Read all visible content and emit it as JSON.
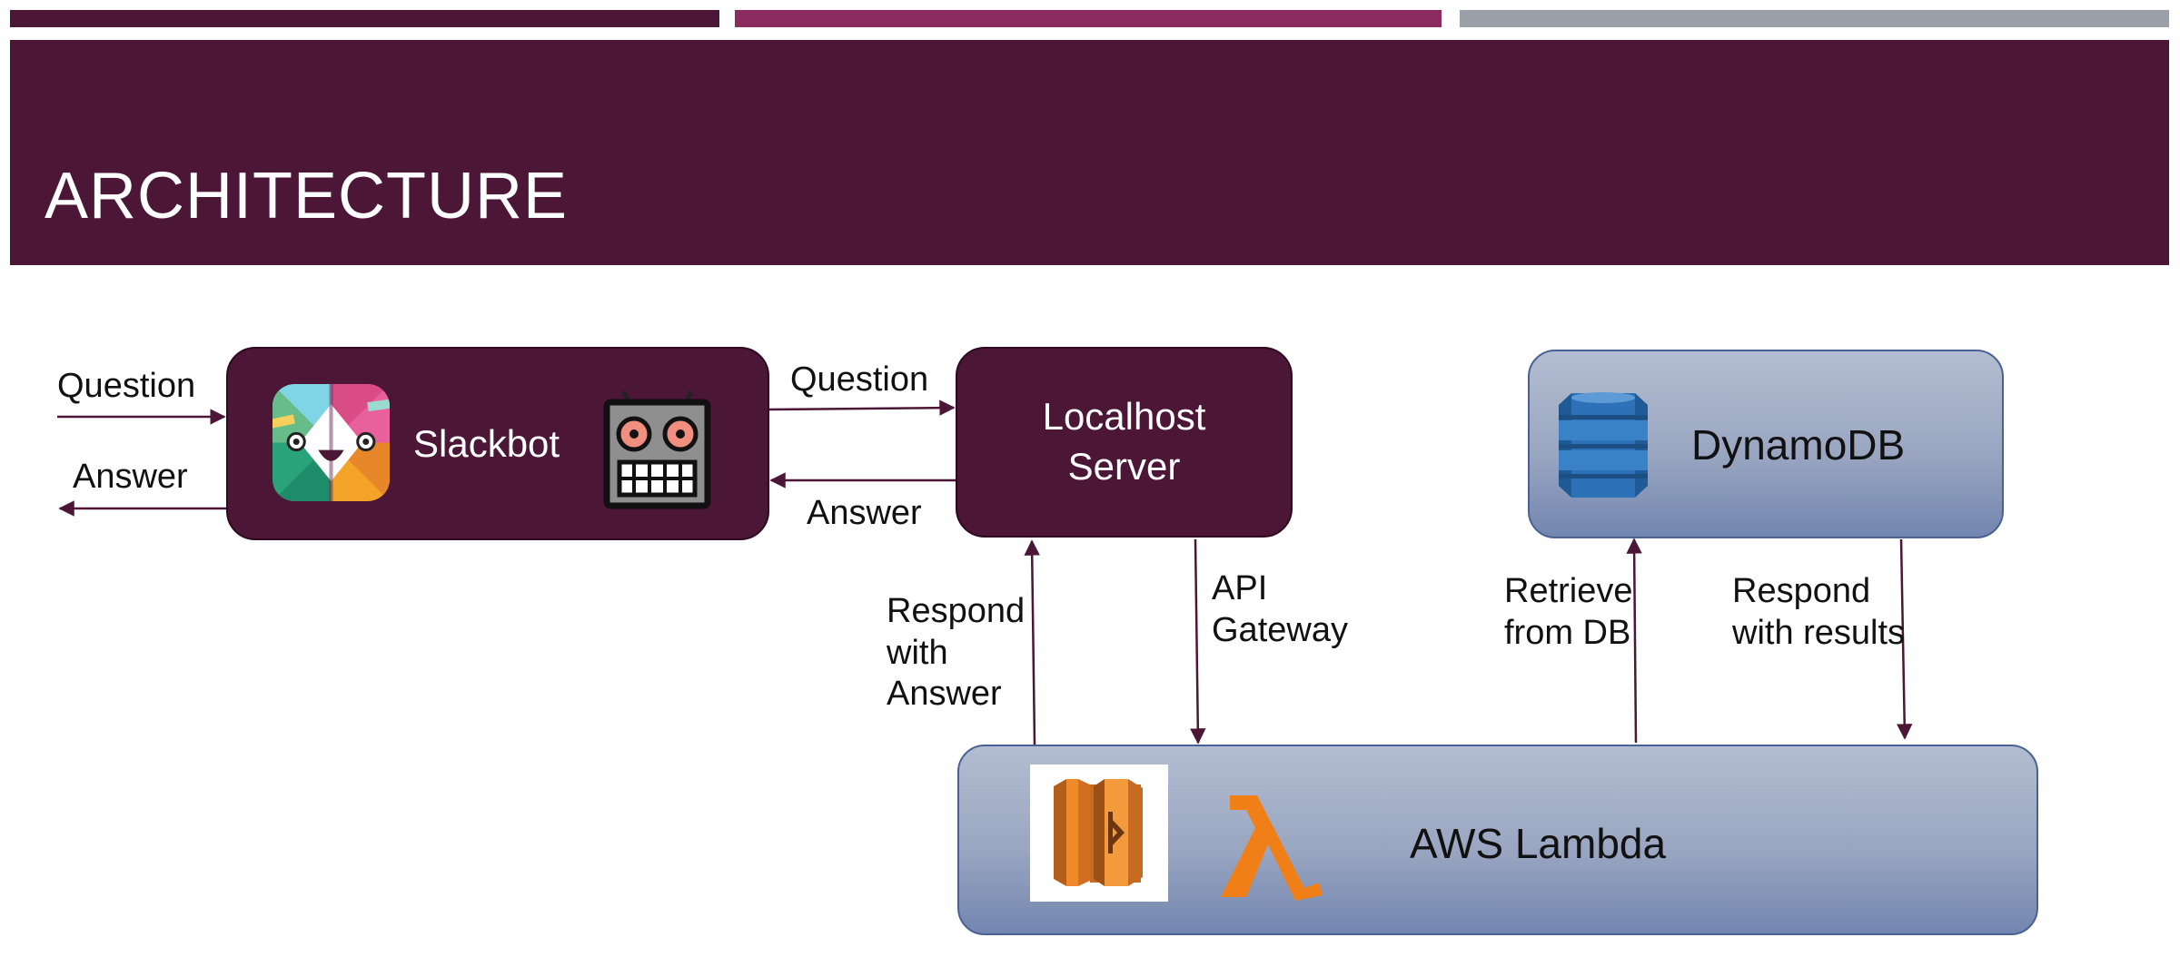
{
  "slide": {
    "title": "ARCHITECTURE"
  },
  "nodes": {
    "slackbot": "Slackbot",
    "server": "Localhost\nServer",
    "dynamodb": "DynamoDB",
    "lambda": "AWS Lambda"
  },
  "edges": {
    "user_question": "Question",
    "user_answer": "Answer",
    "bot_to_server": "Question",
    "server_to_bot": "Answer",
    "lambda_to_server": "Respond\nwith\nAnswer",
    "server_to_lambda": "API\nGateway",
    "lambda_to_db": "Retrieve\nfrom DB",
    "db_to_lambda": "Respond\nwith results"
  },
  "icons": [
    "slack-logo-icon",
    "robot-icon",
    "dynamodb-icon",
    "aws-lambda-icon",
    "lambda-symbol-icon"
  ],
  "colors": {
    "header": "#4c1636",
    "accent_bar_1": "#4c1636",
    "accent_bar_2": "#8a2c60",
    "accent_bar_3": "#9aa0a7",
    "dark_node": "#4c1636",
    "blue_node": "#9aa6c1",
    "arrow": "#4c1636",
    "lambda_orange": "#f07f18"
  }
}
